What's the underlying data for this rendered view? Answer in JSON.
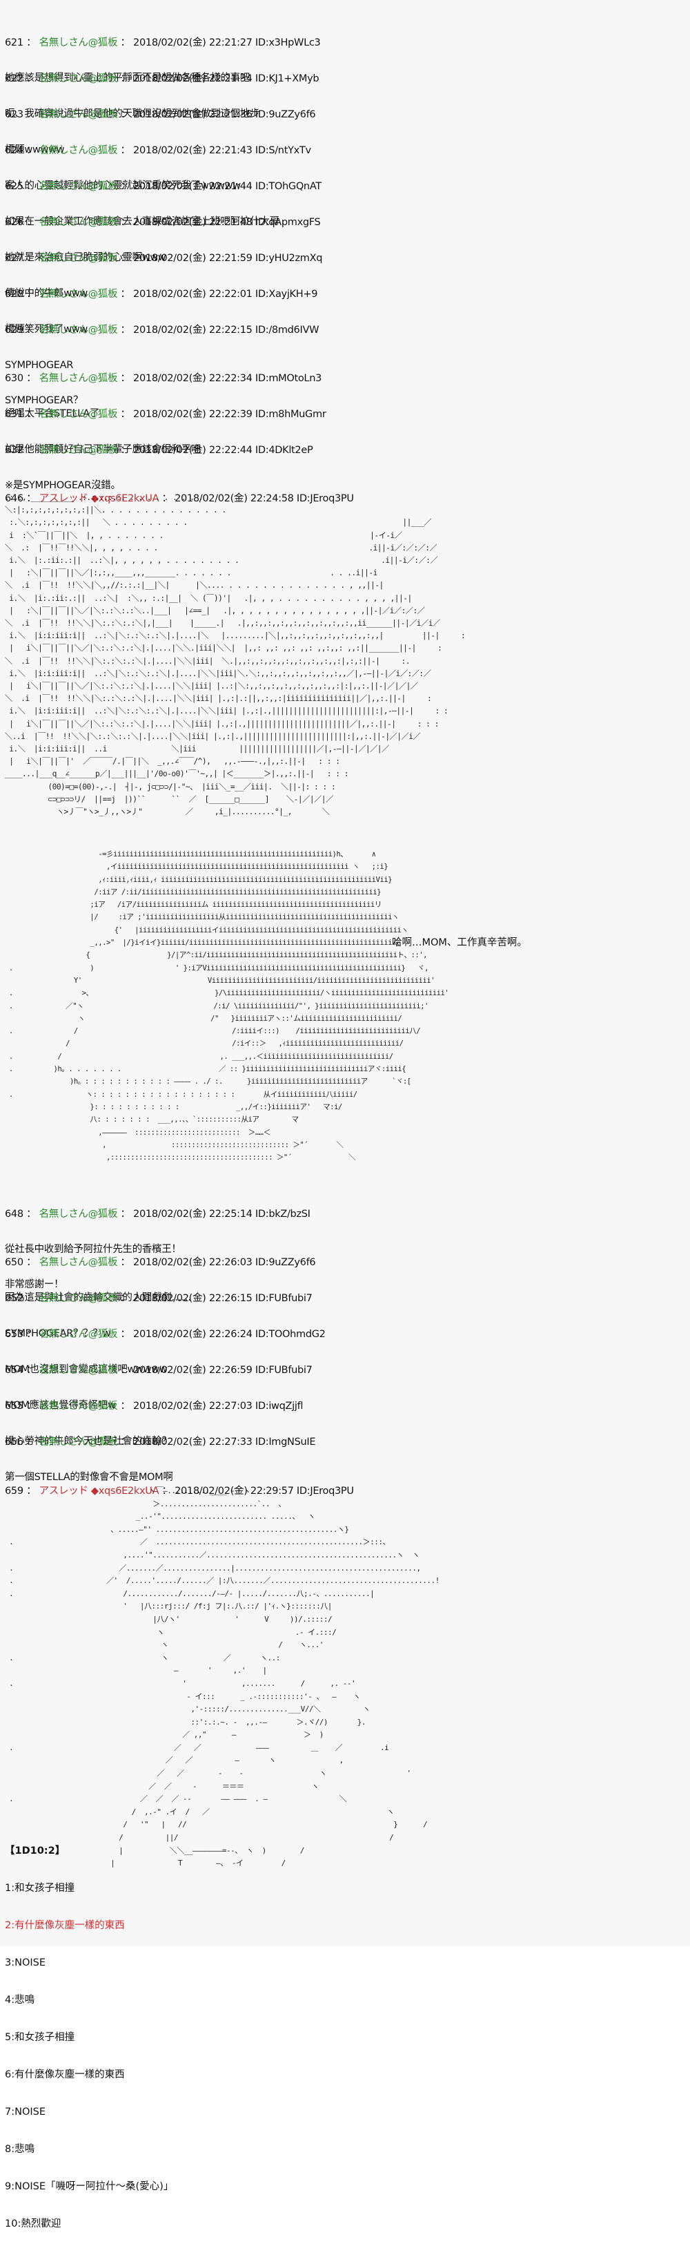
{
  "thread": {
    "posts_part1": [
      {
        "num": "621",
        "name": "名無しさん@狐板",
        "date": "2018/02/02(金) 22:21:27",
        "id": "ID:x3HpWLc3",
        "lines": [
          "她應該是想得到心靈上的平靜而不是想做各種各樣的事吧"
        ]
      },
      {
        "num": "622",
        "name": "名無しさん@狐板",
        "date": "2018/02/02(金) 22:21:34",
        "id": "ID:KJ1+XMyb",
        "lines": [
          "呃、我確實說過牛郎是他的天職但沒想到他會做到這個地步"
        ]
      },
      {
        "num": "623",
        "name": "名無しさん@狐板",
        "date": "2018/02/02(金) 22:21:36",
        "id": "ID:9uZZy6f6",
        "lines": [
          "標題wwwww"
        ]
      },
      {
        "num": "624",
        "name": "名無しさん@狐板",
        "date": "2018/02/02(金) 22:21:43",
        "id": "ID:S/ntYxTv",
        "lines": [
          "客人的心靈越輕鬆他的心靈就越沉重笑死我了wwwww"
        ]
      },
      {
        "num": "625",
        "name": "名無しさん@狐板",
        "date": "2018/02/02(金) 22:21:44",
        "id": "ID:TOhGQnAT",
        "lines": [
          "如果在一般企業工作應該會去人事課或咨詢室上班吧阿拉什大哥"
        ]
      },
      {
        "num": "626",
        "name": "名無しさん@狐板",
        "date": "2018/02/02(金) 22:21:48",
        "id": "ID:qApmxgFS",
        "lines": [
          "她就是來治愈自己脆弱的心靈啊www"
        ]
      },
      {
        "num": "627",
        "name": "名無しさん@狐板",
        "date": "2018/02/02(金) 22:21:59",
        "id": "ID:yHU2zmXq",
        "lines": [
          "傳說中的牛郎www"
        ]
      },
      {
        "num": "628",
        "name": "名無しさん@狐板",
        "date": "2018/02/02(金) 22:22:01",
        "id": "ID:XayjKH+9",
        "lines": [
          "標題笑死我了www"
        ]
      },
      {
        "num": "629",
        "name": "名無しさん@狐板",
        "date": "2018/02/02(金) 22:22:15",
        "id": "ID:/8md6IVW",
        "lines": [
          "SYMPHOGEAR",
          "SYMPHOGEAR？"
        ]
      },
      {
        "num": "630",
        "name": "名無しさん@狐板",
        "date": "2018/02/02(金) 22:22:34",
        "id": "ID:mMOtoLn3",
        "lines": [
          "絕唱太平合STELLA了"
        ]
      },
      {
        "num": "631",
        "name": "名無しさん@狐板",
        "date": "2018/02/02(金) 22:22:39",
        "id": "ID:m8hMuGmr",
        "lines": [
          "如果他能照顧好自己下半輩子應該會很和平吧"
        ]
      },
      {
        "num": "632",
        "name": "名無しさん@狐板",
        "date": "2018/02/02(金) 22:22:44",
        "id": "ID:4DKlt2eP",
        "lines": [
          "※是SYMPHOGEAR沒錯。"
        ]
      }
    ],
    "op_post_646": {
      "num": "646",
      "name": "アスレッド",
      "trip": "◆xqs6E2kxUA",
      "date": "2018/02/02(金) 22:24:58",
      "id": "ID:JEroq3PU"
    },
    "speech_646": "哈啊…MOM、工作真辛苦啊。",
    "posts_part2": [
      {
        "num": "648",
        "name": "名無しさん@狐板",
        "date": "2018/02/02(金) 22:25:14",
        "id": "ID:bkZ/bzSI",
        "lines": [
          "從社長中收到給予阿拉什先生的香檳王！",
          "非常感謝ー！"
        ]
      },
      {
        "num": "650",
        "name": "名無しさん@狐板",
        "date": "2018/02/02(金) 22:26:03",
        "id": "ID:9uZZy6f6",
        "lines": [
          "因為這是與社會的齒輪交織的人間戲劇……"
        ]
      },
      {
        "num": "652",
        "name": "名無しさん@狐板",
        "date": "2018/02/02(金) 22:26:15",
        "id": "ID:FUBfubi7",
        "lines": [
          "SYMPHOGEAR？？？w"
        ]
      },
      {
        "num": "653",
        "name": "名無しさん@狐板",
        "date": "2018/02/02(金) 22:26:24",
        "id": "ID:TOOhmdG2",
        "lines": [
          "MOM也沒想到會變成這樣吧wwwww"
        ]
      },
      {
        "num": "654",
        "name": "名無しさん@狐板",
        "date": "2018/02/02(金) 22:26:59",
        "id": "ID:FUBfubi7",
        "lines": [
          "MOM應該也覺得奇怪吧w"
        ]
      },
      {
        "num": "655",
        "name": "名無しさん@狐板",
        "date": "2018/02/02(金) 22:27:03",
        "id": "ID:iwqZjjfl",
        "lines": [
          "操心勞神的牛郎今天也是社會的齒輪？"
        ]
      },
      {
        "num": "656",
        "name": "名無しさん@狐板",
        "date": "2018/02/02(金) 22:27:33",
        "id": "ID:ImgNSuIE",
        "lines": [
          "第一個STELLA的對像會不會是MOM啊"
        ]
      }
    ],
    "op_post_659": {
      "num": "659",
      "name": "アスレッド",
      "trip": "◆xqs6E2kxUA",
      "date": "2018/02/02(金) 22:29:57",
      "id": "ID:JEroq3PU"
    },
    "dice": {
      "title": "【1D10:2】",
      "items": [
        {
          "label": "1:和女孩子相撞",
          "hit": false
        },
        {
          "label": "2:有什麼像灰塵一樣的東西",
          "hit": true
        },
        {
          "label": "3:NOISE",
          "hit": false
        },
        {
          "label": "4:悲鳴",
          "hit": false
        },
        {
          "label": "5:和女孩子相撞",
          "hit": false
        },
        {
          "label": "6:有什麼像灰塵一樣的東西",
          "hit": false
        },
        {
          "label": "7:NOISE",
          "hit": false
        },
        {
          "label": "8:悲鳴",
          "hit": false
        },
        {
          "label": "9:NOISE「嘰呀ー阿拉什～桑(愛心)」",
          "hit": false
        },
        {
          "label": "10:熱烈歡迎",
          "hit": false
        }
      ]
    },
    "colors": {
      "name_green": "#2e8b2e",
      "name_red": "#c03030",
      "dice_hit": "#d03030",
      "background": "#f7f7f7"
    },
    "separator": " ： "
  }
}
